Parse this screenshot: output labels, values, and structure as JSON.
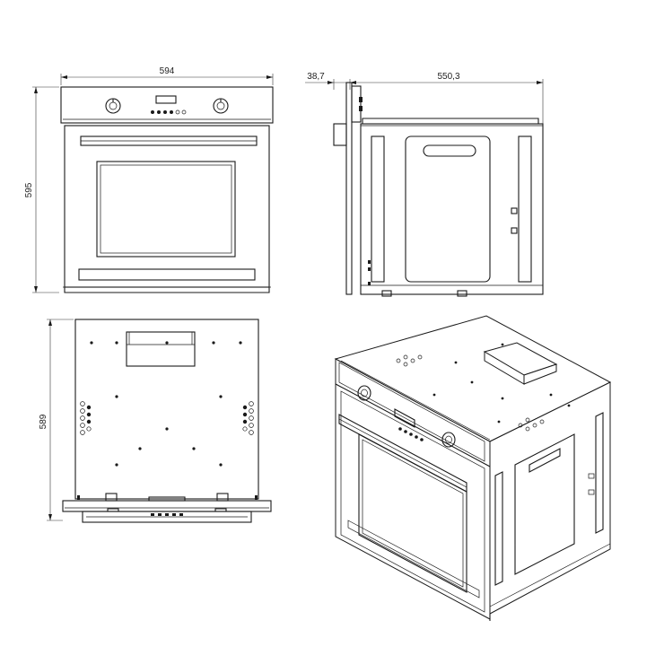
{
  "dimensions": {
    "front_width": "594",
    "front_height": "595",
    "side_front_depth": "38,7",
    "side_depth": "550,3",
    "top_depth": "589"
  }
}
